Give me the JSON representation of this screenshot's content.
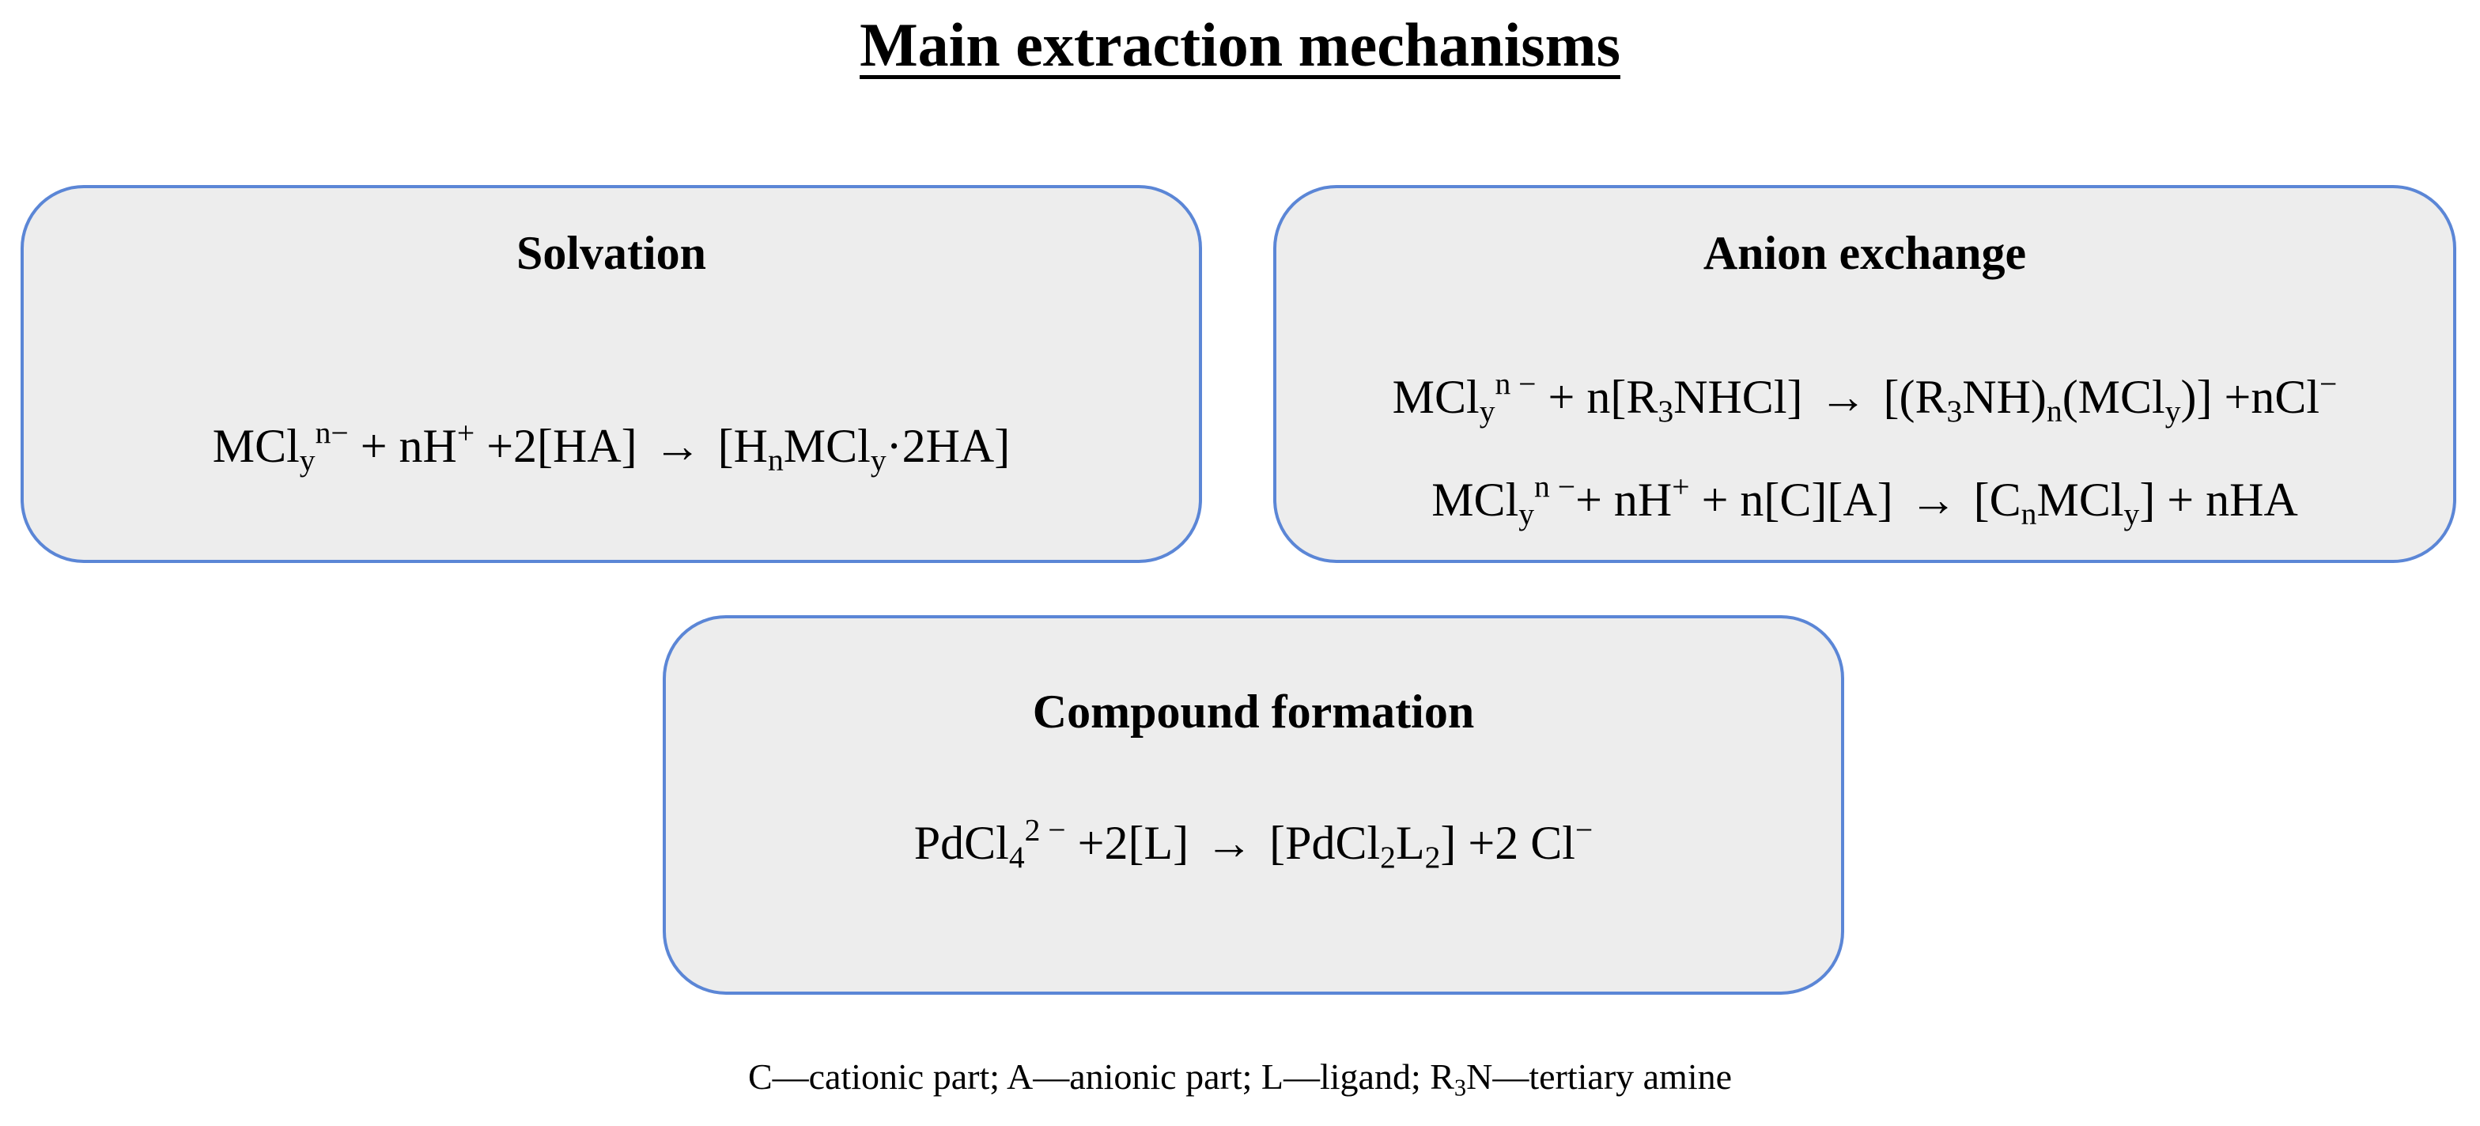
{
  "title": "Main extraction mechanisms",
  "colors": {
    "box_fill": "#ededed",
    "box_border": "#5b86d6",
    "text": "#000000"
  },
  "boxes": {
    "solvation": {
      "title": "Solvation",
      "equation": {
        "t1": "MCl",
        "t2": "y",
        "t3": "n−",
        "t4": " + nH",
        "t5": "+",
        "t6": " +2[HA] ",
        "arrow": "→",
        "t7": " [H",
        "t8": "n",
        "t9": "MCl",
        "t10": "y",
        "t11": "·2HA]"
      }
    },
    "anion_exchange": {
      "title": "Anion exchange",
      "equation_1": {
        "t1": "MCl",
        "t2": "y",
        "t3": "n −",
        "t4": " + n[R",
        "t5": "3",
        "t6": "NHCl] ",
        "arrow": "→",
        "t7": " [(R",
        "t8": "3",
        "t9": "NH)",
        "t10": "n",
        "t11": "(MCl",
        "t12": "y",
        "t13": ")] +nCl",
        "t14": "−"
      },
      "equation_2": {
        "t1": "MCl",
        "t2": "y",
        "t3": "n −",
        "t4": "+ nH",
        "t5": "+",
        "t6": " + n[C][A] ",
        "arrow": "→",
        "t7": " [C",
        "t8": "n",
        "t9": "MCl",
        "t10": "y",
        "t11": "] + nHA"
      }
    },
    "compound_formation": {
      "title": "Compound formation",
      "equation": {
        "t1": "PdCl",
        "t2": "4",
        "t3": "2 −",
        "t4": " +2[L] ",
        "arrow": "→",
        "t5": " [PdCl",
        "t6": "2",
        "t7": "L",
        "t8": "2",
        "t9": "] +2 Cl",
        "t10": "−"
      }
    }
  },
  "footnote": {
    "t1": "C—cationic part; A—anionic part; L—ligand; R",
    "t2": "3",
    "t3": "N—tertiary amine"
  }
}
